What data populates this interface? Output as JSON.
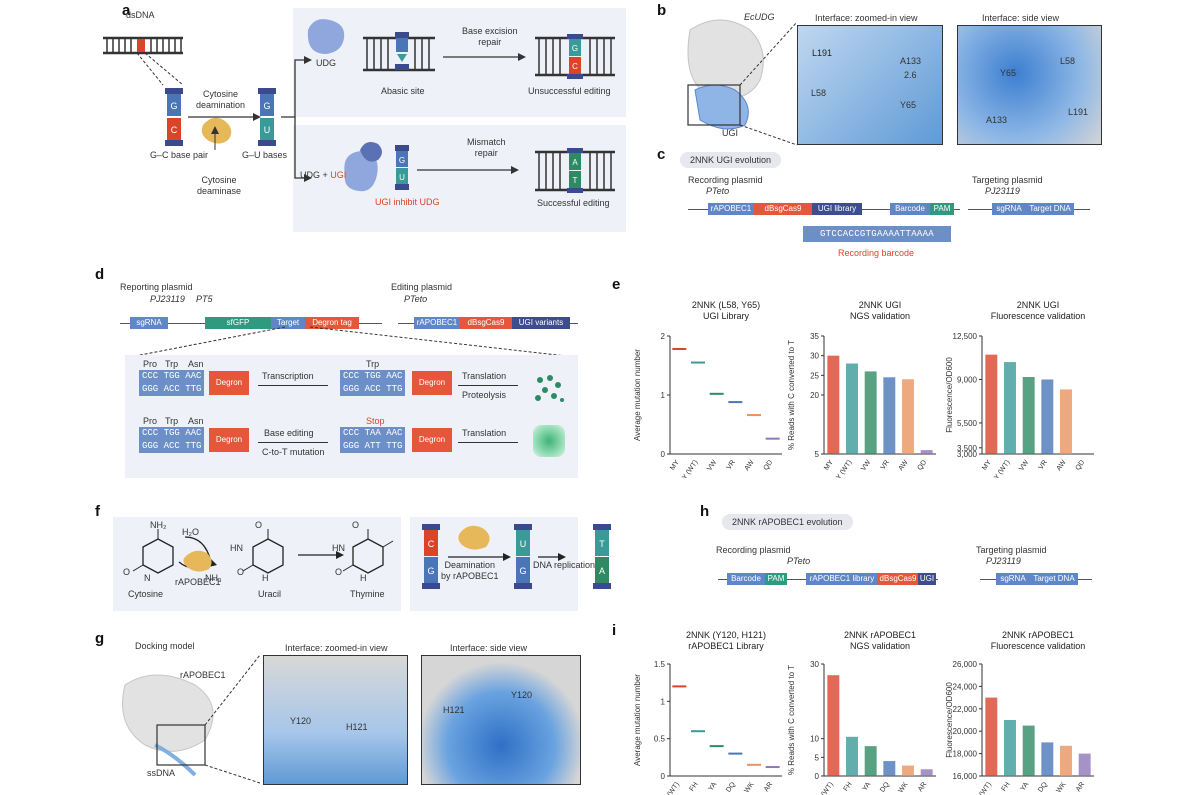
{
  "a": {
    "label": "a",
    "dsdna": "dsDNA",
    "gc": "G–C base pair",
    "deam": "Cytosine\ndeamination",
    "cda": "Cytosine\ndeaminase",
    "gu": "G–U bases",
    "udg": "UDG",
    "abasic": "Abasic site",
    "ber": "Base excision\nrepair",
    "unsucc": "Unsuccessful editing",
    "udgugi_pre": "UDG + ",
    "ugi": "UGI",
    "inhibit": "UGI inhibit UDG",
    "mmr": "Mismatch\nrepair",
    "succ": "Successful editing"
  },
  "b": {
    "label": "b",
    "ecudg": "EcUDG",
    "ugi": "UGI",
    "zoom_title": "Interface: zoomed-in view",
    "side_title": "Interface: side view",
    "l191": "L191",
    "a133": "A133",
    "dist": "2.6",
    "l58": "L58",
    "y65": "Y65",
    "y65b": "Y65",
    "l58b": "L58",
    "a133b": "A133",
    "l191b": "L191"
  },
  "c": {
    "label": "c",
    "badge": "2NNK UGI evolution",
    "rec": "Recording plasmid",
    "pteto": "PTeto",
    "seg1": "rAPOBEC1",
    "seg2": "dBsgCas9",
    "seg3": "UGI library",
    "seg4": "Barcode",
    "seg5": "PAM",
    "tgt": "Targeting plasmid",
    "pj": "PJ23119",
    "seg6": "sgRNA",
    "seg7": "Target DNA",
    "barcode_seq": "GTCCACCGTGAAAATTAAAA",
    "barcode_lbl": "Recording barcode"
  },
  "d": {
    "label": "d",
    "rep": "Reporting plasmid",
    "pj": "PJ23119",
    "pt5": "PT5",
    "edit": "Editing plasmid",
    "pteto": "PTeto",
    "r1": "sgRNA",
    "r2": "sfGFP",
    "r3": "Target",
    "r4": "Degron tag",
    "e1": "rAPOBEC1",
    "e2": "dBsgCas9",
    "e3": "UGI variants",
    "pro": "Pro",
    "trp": "Trp",
    "asn": "Asn",
    "top1": "CCC TGG AAC",
    "bot1": "GGG ACC TTG",
    "degron": "Degron",
    "transcr": "Transcription",
    "transl": "Translation",
    "proteo": "Proteolysis",
    "baseed": "Base editing",
    "c2t": "C-to-T mutation",
    "stop": "Stop",
    "top2": "CCC TAA AAC",
    "bot2": "GGG ATT TTG"
  },
  "e": {
    "label": "e",
    "chart_data": [
      {
        "type": "scatter",
        "title": "2NNK (L58, Y65)\nUGI Library",
        "ylabel": "Average mutation number",
        "categories": [
          "MY",
          "LY (WT)",
          "VW",
          "VR",
          "AW",
          "QD"
        ],
        "values": [
          1.78,
          1.55,
          1.02,
          0.88,
          0.66,
          0.26
        ],
        "ylim": [
          0,
          2
        ]
      },
      {
        "type": "bar",
        "title": "2NNK UGI\nNGS validation",
        "ylabel": "% Reads with C converted to T",
        "categories": [
          "MY",
          "LY (WT)",
          "VW",
          "VR",
          "AW",
          "QD"
        ],
        "values": [
          30,
          28,
          26,
          24.5,
          24,
          6
        ],
        "yticks": [
          5,
          20,
          25,
          30,
          35
        ]
      },
      {
        "type": "bar",
        "title": "2NNK UGI\nFluorescence validation",
        "ylabel": "Fluorescence/OD600",
        "categories": [
          "MY",
          "LY (WT)",
          "VW",
          "VR",
          "AW",
          "QD"
        ],
        "values": [
          11000,
          10400,
          9200,
          9000,
          8200,
          3000
        ],
        "yticks": [
          3000,
          3500,
          5500,
          9000,
          12500
        ],
        "ytick_labels": [
          "3,000",
          "3,500",
          "5,500",
          "9,000",
          "12,500"
        ]
      }
    ]
  },
  "f": {
    "label": "f",
    "h2o": "H₂O",
    "nh2": "NH₂",
    "nh3": "NH₃",
    "o": "O",
    "hn": "HN",
    "h": "H",
    "rapo": "rAPOBEC1",
    "cyt": "Cytosine",
    "ura": "Uracil",
    "thy": "Thymine",
    "deam": "Deamination\nby rAPOBEC1",
    "dnarep": "DNA replication",
    "n": "N"
  },
  "g": {
    "label": "g",
    "dock": "Docking model",
    "rapo": "rAPOBEC1",
    "ssdna": "ssDNA",
    "zoom_title": "Interface: zoomed-in view",
    "side_title": "Interface: side view",
    "y120": "Y120",
    "h121": "H121",
    "y120b": "Y120",
    "h121b": "H121"
  },
  "h": {
    "label": "h",
    "badge": "2NNK rAPOBEC1 evolution",
    "rec": "Recording plasmid",
    "pteto": "PTeto",
    "s1": "Barcode",
    "s2": "PAM",
    "s3": "rAPOBEC1 library",
    "s4": "dBsgCas9",
    "s5": "UGI",
    "tgt": "Targeting plasmid",
    "pj": "PJ23119",
    "s6": "sgRNA",
    "s7": "Target DNA"
  },
  "i": {
    "label": "i",
    "chart_data": [
      {
        "type": "scatter",
        "title": "2NNK (Y120, H121)\nrAPOBEC1 Library",
        "ylabel": "Average mutation number",
        "categories": [
          "YH (WT)",
          "FH",
          "YA",
          "DQ",
          "WK",
          "AR"
        ],
        "values": [
          1.2,
          0.6,
          0.4,
          0.3,
          0.15,
          0.12
        ],
        "yticks": [
          0,
          0.5,
          1.0,
          1.5
        ]
      },
      {
        "type": "bar",
        "title": "2NNK rAPOBEC1\nNGS validation",
        "ylabel": "% Reads with C converted to T",
        "categories": [
          "YH (WT)",
          "FH",
          "YA",
          "DQ",
          "WK",
          "AR"
        ],
        "values": [
          27,
          10.5,
          8,
          4,
          2.8,
          1.8
        ],
        "yticks": [
          0,
          5,
          10,
          30
        ]
      },
      {
        "type": "bar",
        "title": "2NNK rAPOBEC1\nFluorescence validation",
        "ylabel": "Fluorescence/OD600",
        "categories": [
          "YH (WT)",
          "FH",
          "YA",
          "DQ",
          "WK",
          "AR"
        ],
        "values": [
          23000,
          21000,
          20500,
          19000,
          18700,
          18000
        ],
        "yticks": [
          16000,
          18000,
          20000,
          22000,
          24000,
          26000
        ],
        "ytick_labels": [
          "16,000",
          "18,000",
          "20,000",
          "22,000",
          "24,000",
          "26,000"
        ]
      }
    ]
  },
  "colors": {
    "red": "#d9442b",
    "teal": "#3a9a98",
    "green": "#2f8a64",
    "blue": "#4a76b8",
    "orange": "#e8935f",
    "purple": "#8f78b9",
    "navy": "#3b4a8c"
  }
}
